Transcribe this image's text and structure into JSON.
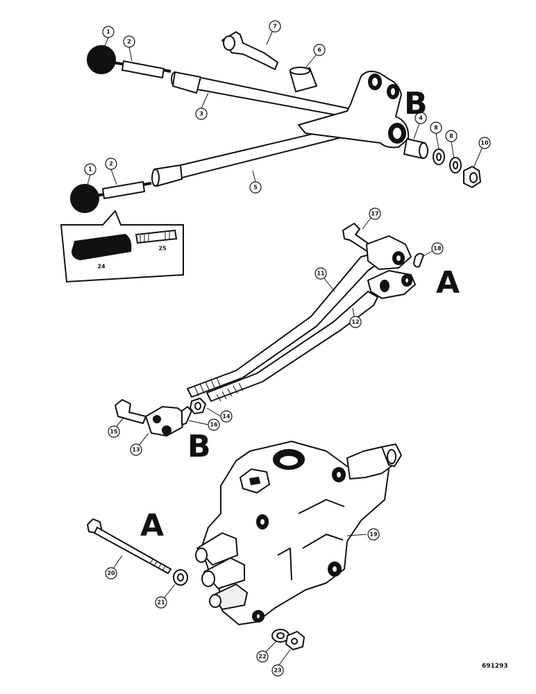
{
  "drawing_number": "691293",
  "section_labels": {
    "b_upper": "B",
    "a_upper": "A",
    "b_lower": "B",
    "a_lower": "A"
  },
  "callouts": {
    "c1_top": "1",
    "c2_top": "2",
    "c3": "3",
    "c7_top": "7",
    "c6": "6",
    "c4": "4",
    "c8a": "8",
    "c8b": "8",
    "c10": "10",
    "c1_mid": "1",
    "c2_mid": "2",
    "c5": "5",
    "c24": "24",
    "c25": "25",
    "c17": "17",
    "c18": "18",
    "c11": "11",
    "c12": "12",
    "c15": "15",
    "c14": "14",
    "c16": "16",
    "c13": "13",
    "c19": "19",
    "c20": "20",
    "c21": "21",
    "c22": "22",
    "c23": "23"
  }
}
